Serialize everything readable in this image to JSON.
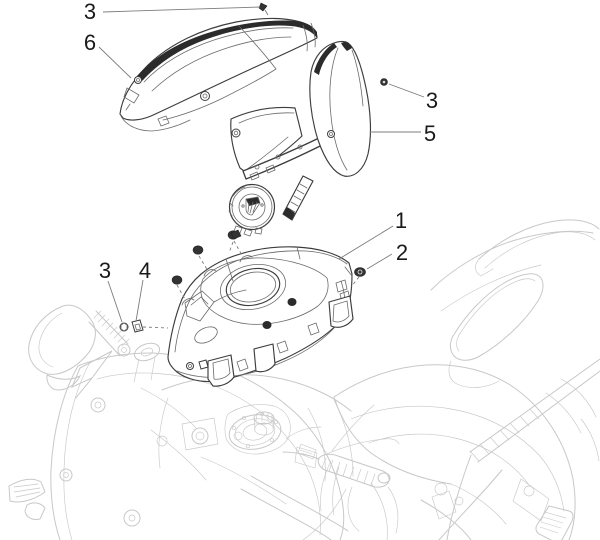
{
  "figure": {
    "type": "exploded-parts-diagram",
    "callouts": {
      "c1": {
        "label": "1"
      },
      "c2": {
        "label": "2"
      },
      "c3_top": {
        "label": "3"
      },
      "c3_right": {
        "label": "3"
      },
      "c3_left": {
        "label": "3"
      },
      "c4": {
        "label": "4"
      },
      "c5": {
        "label": "5"
      },
      "c6": {
        "label": "6"
      }
    }
  },
  "colors": {
    "background": "#ffffff",
    "line_dark": "#3d3d3d",
    "line_detail": "#6a6a6a",
    "accent_dark": "#2b2b2b",
    "faint": "#c8c8c8",
    "leader": "#7c7c7c",
    "label_text": "#1a1a1a"
  }
}
